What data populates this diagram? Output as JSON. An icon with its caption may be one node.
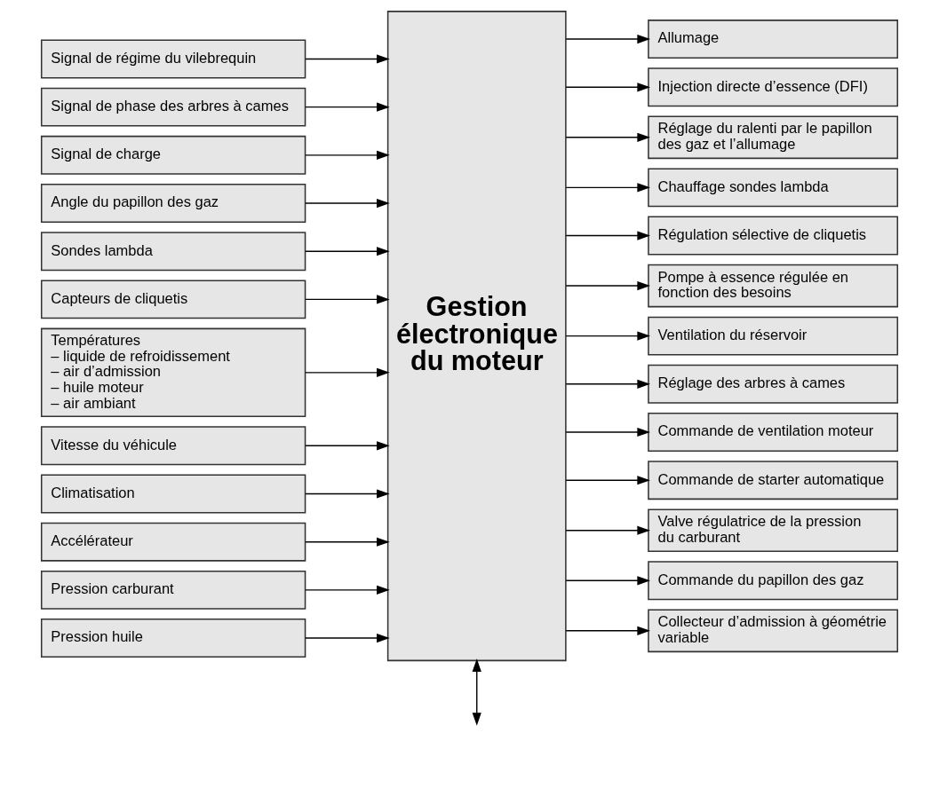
{
  "diagram": {
    "nodes": [
      {
        "text": [
          "Signal de régime du vilebrequin"
        ]
      },
      {
        "text": [
          "Signal de phase des arbres à cames"
        ]
      },
      {
        "text": [
          "Signal de charge"
        ]
      },
      {
        "text": [
          "Angle du papillon des gaz"
        ]
      },
      {
        "text": [
          "Sondes lambda"
        ]
      },
      {
        "text": [
          "Capteurs de cliquetis"
        ]
      },
      {
        "text": [
          "Températures",
          "– liquide de refroidissement",
          "– air d’admission",
          "– huile moteur",
          "– air ambiant"
        ]
      },
      {
        "text": [
          "Vitesse du véhicule"
        ]
      },
      {
        "text": [
          "Climatisation"
        ]
      },
      {
        "text": [
          "Accélérateur"
        ]
      },
      {
        "text": [
          "Pression carburant"
        ]
      },
      {
        "text": [
          "Pression huile"
        ]
      },
      {
        "text": [
          "Gestion électronique du moteur"
        ]
      },
      {
        "text": [
          "Allumage"
        ]
      },
      {
        "text": [
          "Injection directe d’essence (DFI)"
        ]
      },
      {
        "text": [
          "Réglage du ralenti par le papillon des gaz et l’allumage"
        ]
      },
      {
        "text": [
          "Chauffage sondes lambda"
        ]
      },
      {
        "text": [
          "Régulation sélective de cliquetis"
        ]
      },
      {
        "text": [
          "Pompe à essence régulée en fonction des besoins"
        ]
      },
      {
        "text": [
          "Ventilation du réservoir"
        ]
      },
      {
        "text": [
          "Réglage des arbres à cames"
        ]
      },
      {
        "text": [
          "Commande de ventilation moteur"
        ]
      },
      {
        "text": [
          "Commande de starter automatique"
        ]
      },
      {
        "text": [
          "Valve régulatrice de la pression du carburant"
        ]
      },
      {
        "text": [
          "Commande du papillon des gaz"
        ]
      },
      {
        "text": [
          "Collecteur d’admission à géométrie variable"
        ]
      }
    ],
    "edges": [
      {
        "from": 0,
        "to": 12,
        "arrow": "to"
      },
      {
        "from": 1,
        "to": 12,
        "arrow": "to"
      },
      {
        "from": 2,
        "to": 12,
        "arrow": "to"
      },
      {
        "from": 3,
        "to": 12,
        "arrow": "to"
      },
      {
        "from": 4,
        "to": 12,
        "arrow": "to"
      },
      {
        "from": 5,
        "to": 12,
        "arrow": "to"
      },
      {
        "from": 6,
        "to": 12,
        "arrow": "to"
      },
      {
        "from": 7,
        "to": 12,
        "arrow": "to"
      },
      {
        "from": 8,
        "to": 12,
        "arrow": "to"
      },
      {
        "from": 9,
        "to": 12,
        "arrow": "to"
      },
      {
        "from": 10,
        "to": 12,
        "arrow": "to"
      },
      {
        "from": 11,
        "to": 12,
        "arrow": "to"
      },
      {
        "from": 12,
        "to": 13,
        "arrow": "to"
      },
      {
        "from": 12,
        "to": 14,
        "arrow": "to"
      },
      {
        "from": 12,
        "to": 15,
        "arrow": "to"
      },
      {
        "from": 12,
        "to": 16,
        "arrow": "to"
      },
      {
        "from": 12,
        "to": 17,
        "arrow": "to"
      },
      {
        "from": 12,
        "to": 18,
        "arrow": "to"
      },
      {
        "from": 12,
        "to": 19,
        "arrow": "to"
      },
      {
        "from": 12,
        "to": 20,
        "arrow": "to"
      },
      {
        "from": 12,
        "to": 21,
        "arrow": "to"
      },
      {
        "from": 12,
        "to": 22,
        "arrow": "to"
      },
      {
        "from": 12,
        "to": 23,
        "arrow": "to"
      },
      {
        "from": 12,
        "to": 24,
        "arrow": "to"
      },
      {
        "from": 12,
        "to": 25,
        "arrow": "to"
      },
      {
        "from": 12,
        "to": null,
        "arrow": "both"
      }
    ]
  }
}
